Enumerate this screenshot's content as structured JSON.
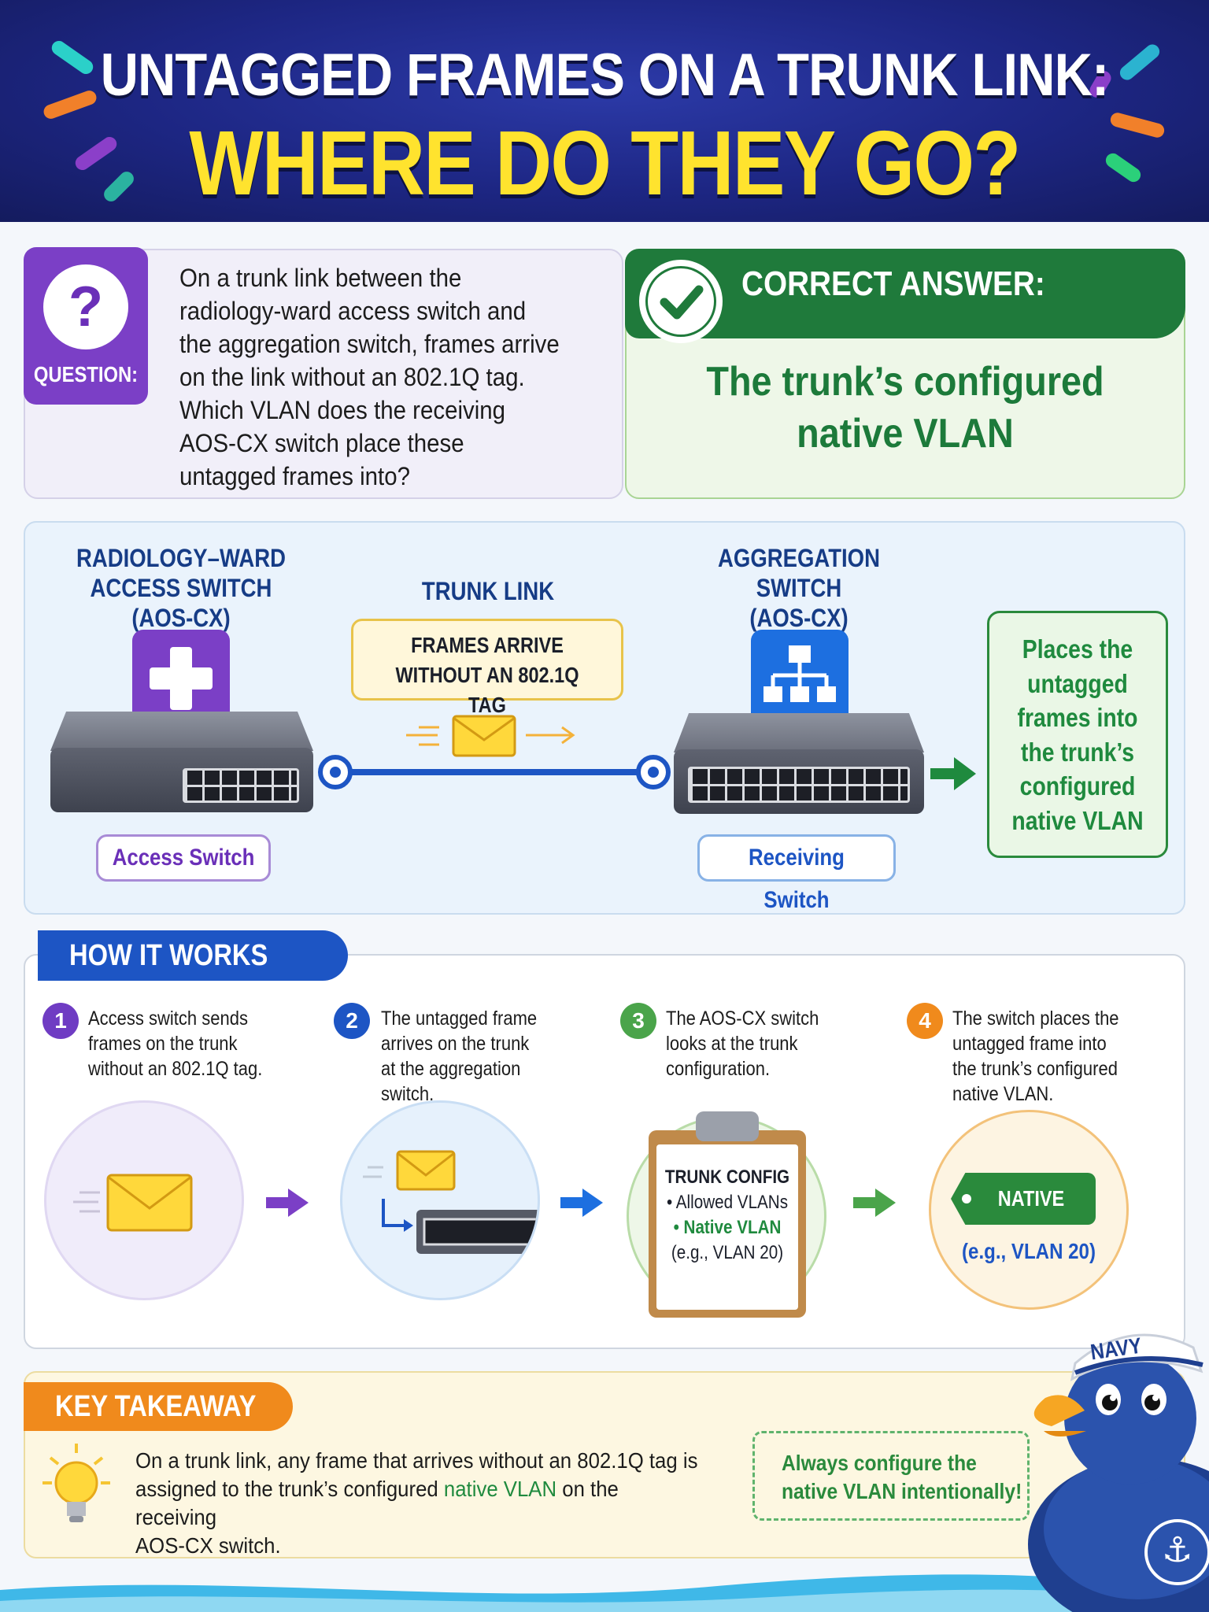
{
  "header": {
    "title_line1": "UNTAGGED FRAMES ON A TRUNK LINK:",
    "title_line2": "WHERE DO THEY GO?"
  },
  "question": {
    "label": "QUESTION:",
    "icon": "question-mark-icon",
    "lines": [
      "On a trunk link between the",
      "radiology-ward access switch and",
      "the aggregation switch, frames arrive",
      "on the link without an 802.1Q tag.",
      "Which VLAN does the receiving",
      "AOS-CX switch place these",
      "untagged frames into?"
    ]
  },
  "answer": {
    "banner": "CORRECT ANSWER:",
    "icon": "check-icon",
    "lines": [
      "The trunk’s configured",
      "native VLAN"
    ]
  },
  "diagram": {
    "access_switch_title": [
      "RADIOLOGY–WARD",
      "ACCESS SWITCH",
      "(AOS-CX)"
    ],
    "access_switch_icon": "medical-cross-icon",
    "access_switch_pill": "Access Switch",
    "trunk_label": "TRUNK LINK",
    "frames_note": [
      "FRAMES ARRIVE",
      "WITHOUT AN 802.1Q TAG"
    ],
    "aggregation_title": [
      "AGGREGATION SWITCH",
      "(AOS-CX)"
    ],
    "aggregation_icon": "network-hierarchy-icon",
    "receiving_pill": "Receiving Switch",
    "result_lines": [
      "Places the",
      "untagged",
      "frames into",
      "the trunk’s",
      "configured",
      "native VLAN"
    ]
  },
  "how": {
    "title": "HOW IT WORKS",
    "steps": [
      {
        "num": "1",
        "lines": [
          "Access switch sends",
          "frames on the trunk",
          "without an 802.1Q tag."
        ],
        "color": "#6f3cc3"
      },
      {
        "num": "2",
        "lines": [
          "The untagged frame",
          "arrives on the trunk",
          "at the aggregation",
          "switch."
        ],
        "color": "#1d55c4"
      },
      {
        "num": "3",
        "lines": [
          "The AOS-CX switch",
          "looks at the trunk",
          "configuration."
        ],
        "color": "#4aa44a"
      },
      {
        "num": "4",
        "lines": [
          "The switch places the",
          "untagged frame into",
          "the trunk’s configured",
          "native VLAN."
        ],
        "color": "#f08a1c"
      }
    ],
    "config": {
      "title": "TRUNK CONFIG",
      "item1": "• Allowed VLANs",
      "item2": "• Native VLAN",
      "item3": "(e.g., VLAN 20)"
    },
    "native_tag": "NATIVE VLAN",
    "native_example": "(e.g., VLAN 20)"
  },
  "takeaway": {
    "title": "KEY TAKEAWAY",
    "icon": "lightbulb-icon",
    "text_part1": "On a trunk link, any frame that arrives without an 802.1Q tag is",
    "text_part2a": "assigned to the trunk’s configured ",
    "text_highlight": "native VLAN",
    "text_part2b": " on the receiving",
    "text_part3": "AOS-CX switch.",
    "tip": [
      "Always configure the",
      "native VLAN intentionally!"
    ]
  },
  "mascot": {
    "hat_text": "NAVY",
    "icon": "anchor-icon"
  },
  "colors": {
    "header_bg": "#1d2683",
    "title_yellow": "#ffe32e",
    "purple": "#7b3fc6",
    "green": "#1f7a3b",
    "blue": "#1d55c4",
    "orange": "#f08a1c"
  }
}
